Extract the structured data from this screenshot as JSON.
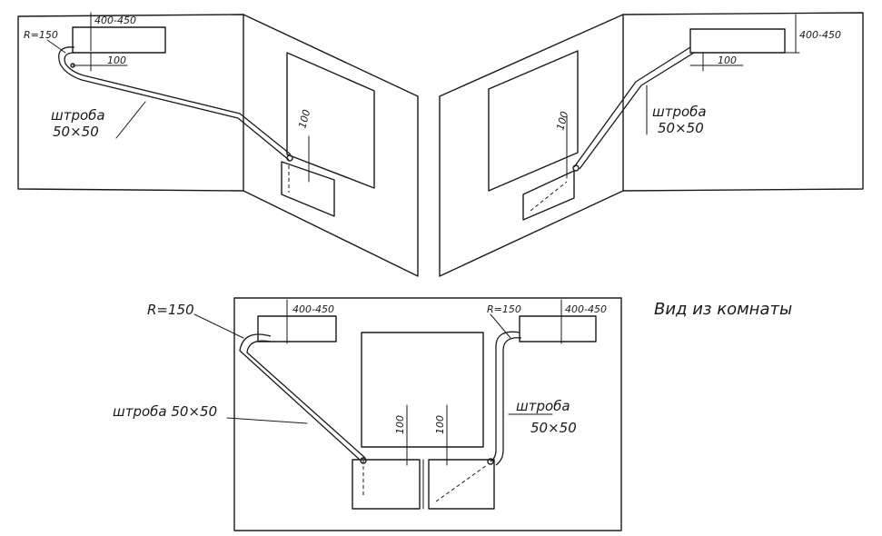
{
  "labels": {
    "radius": "R=150",
    "height_range": "400-450",
    "offset": "100",
    "chase_word": "штроба",
    "chase_size": "50×50",
    "chase_full": "штроба 50×50",
    "vertical_offset": "100",
    "view_caption": "Вид из комнаты"
  }
}
